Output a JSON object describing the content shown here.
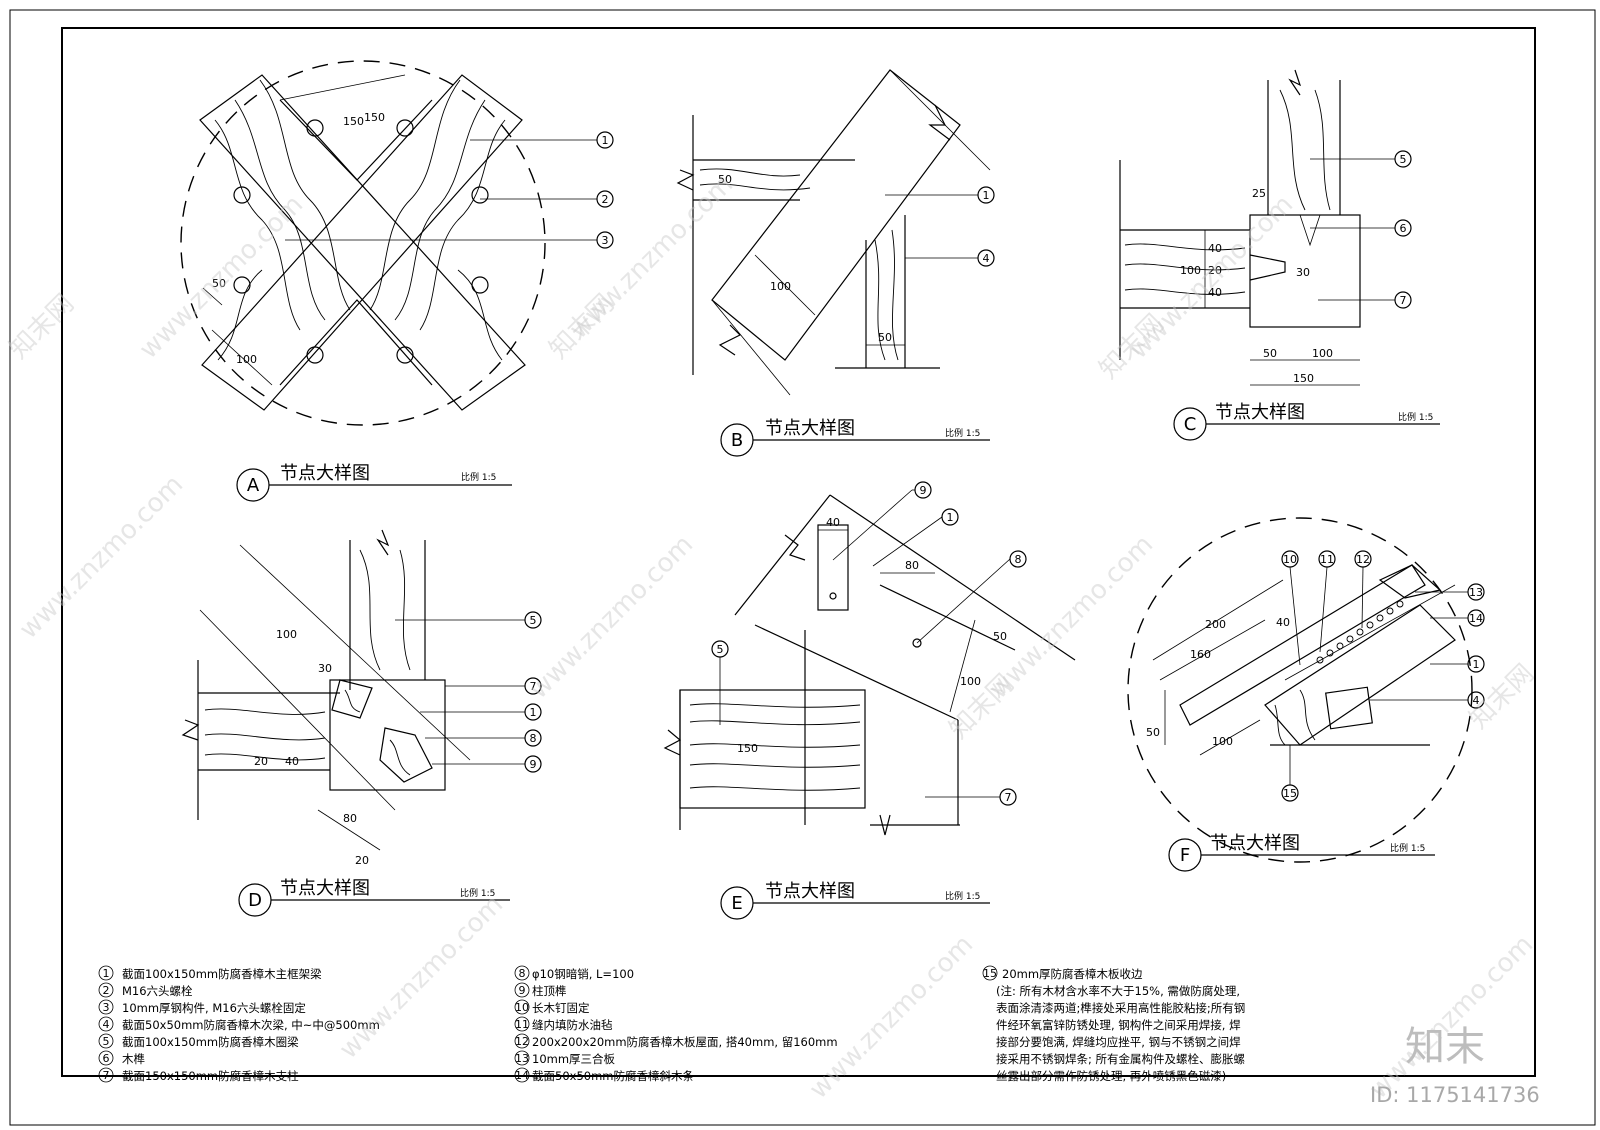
{
  "details": {
    "A": {
      "mark": "A",
      "title": "节点大样图",
      "scale": "比例 1:5",
      "dims": [
        "150",
        "150",
        "50",
        "100"
      ],
      "callouts": [
        "1",
        "2",
        "3"
      ]
    },
    "B": {
      "mark": "B",
      "title": "节点大样图",
      "scale": "比例 1:5",
      "dims": [
        "50",
        "100",
        "50"
      ],
      "callouts": [
        "1",
        "4"
      ]
    },
    "C": {
      "mark": "C",
      "title": "节点大样图",
      "scale": "比例 1:5",
      "dims": [
        "25",
        "40",
        "100",
        "20",
        "40",
        "30",
        "50",
        "100",
        "150"
      ],
      "callouts": [
        "5",
        "6",
        "7"
      ]
    },
    "D": {
      "mark": "D",
      "title": "节点大样图",
      "scale": "比例 1:5",
      "dims": [
        "100",
        "30",
        "20",
        "40",
        "80",
        "20"
      ],
      "callouts": [
        "5",
        "7",
        "1",
        "8",
        "9"
      ]
    },
    "E": {
      "mark": "E",
      "title": "节点大样图",
      "scale": "比例 1:5",
      "dims": [
        "40",
        "80",
        "50",
        "100",
        "150"
      ],
      "callouts": [
        "9",
        "1",
        "8",
        "5",
        "7"
      ]
    },
    "F": {
      "mark": "F",
      "title": "节点大样图",
      "scale": "比例 1:5",
      "dims": [
        "200",
        "40",
        "160",
        "50",
        "100"
      ],
      "callouts": [
        "10",
        "11",
        "12",
        "13",
        "14",
        "1",
        "4",
        "15"
      ]
    }
  },
  "legend_col1": [
    {
      "num": "1",
      "text": "截面100x150mm防腐香樟木主框架梁"
    },
    {
      "num": "2",
      "text": "M16六头螺栓"
    },
    {
      "num": "3",
      "text": "10mm厚钢构件, M16六头螺栓固定"
    },
    {
      "num": "4",
      "text": "截面50x50mm防腐香樟木次梁, 中~中@500mm"
    },
    {
      "num": "5",
      "text": "截面100x150mm防腐香樟木圈梁"
    },
    {
      "num": "6",
      "text": "木榫"
    },
    {
      "num": "7",
      "text": "截面150x150mm防腐香樟木支柱"
    }
  ],
  "legend_col2": [
    {
      "num": "8",
      "text": "φ10钢暗销, L=100"
    },
    {
      "num": "9",
      "text": "柱顶榫"
    },
    {
      "num": "10",
      "text": "长木钉固定"
    },
    {
      "num": "11",
      "text": "缝内填防水油毡"
    },
    {
      "num": "12",
      "text": "200x200x20mm防腐香樟木板屋面, 搭40mm, 留160mm"
    },
    {
      "num": "13",
      "text": "10mm厚三合板"
    },
    {
      "num": "14",
      "text": "截面50x50mm防腐香樟斜木条"
    }
  ],
  "legend_col3": {
    "num": "15",
    "text": "20mm厚防腐香樟木板收边",
    "notes": [
      "(注: 所有木材含水率不大于15%, 需做防腐处理,",
      "表面涂清漆两道;榫接处采用高性能胶粘接;所有钢",
      "件经环氧富锌防锈处理, 钢构件之间采用焊接, 焊",
      "接部分要饱满, 焊缝均应挫平, 钢与不锈钢之间焊",
      "接采用不锈钢焊条; 所有金属构件及螺栓、膨胀螺",
      "丝露出部分需作防锈处理, 再外喷锈黑色磁漆)"
    ]
  },
  "watermark": {
    "site": "www.znzmo.com",
    "brand": "知末网",
    "logo": "知末",
    "id": "ID: 1175141736"
  }
}
